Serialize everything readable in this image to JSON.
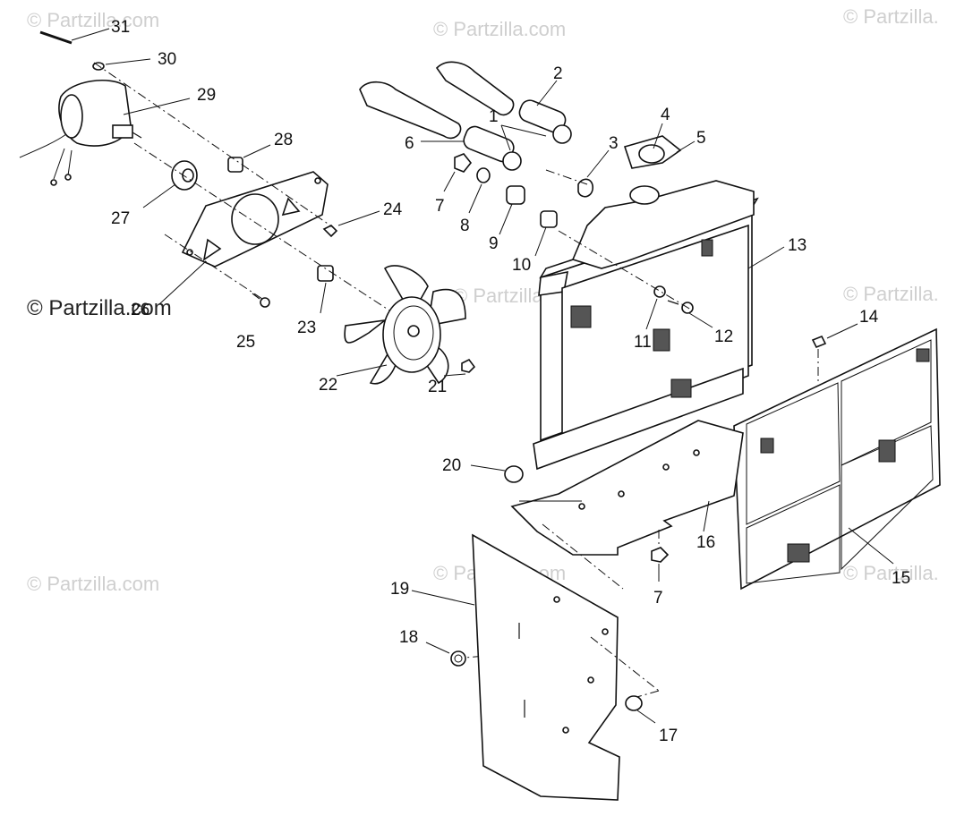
{
  "watermarks": [
    "© Partzilla.com",
    "© Partzilla.com",
    "© Partzilla.",
    "© Partzilla.com",
    "© Partzilla.",
    "© Partzilla.com",
    "© Partzilla.com",
    "© Partzilla."
  ],
  "main_watermark": "© Partzilla.com",
  "callouts": [
    "31",
    "30",
    "29",
    "28",
    "27",
    "26",
    "25",
    "24",
    "23",
    "22",
    "21",
    "20",
    "19",
    "18",
    "17",
    "16",
    "15",
    "14",
    "13",
    "12",
    "11",
    "10",
    "9",
    "8",
    "7",
    "7",
    "6",
    "5",
    "4",
    "3",
    "2",
    "1"
  ]
}
